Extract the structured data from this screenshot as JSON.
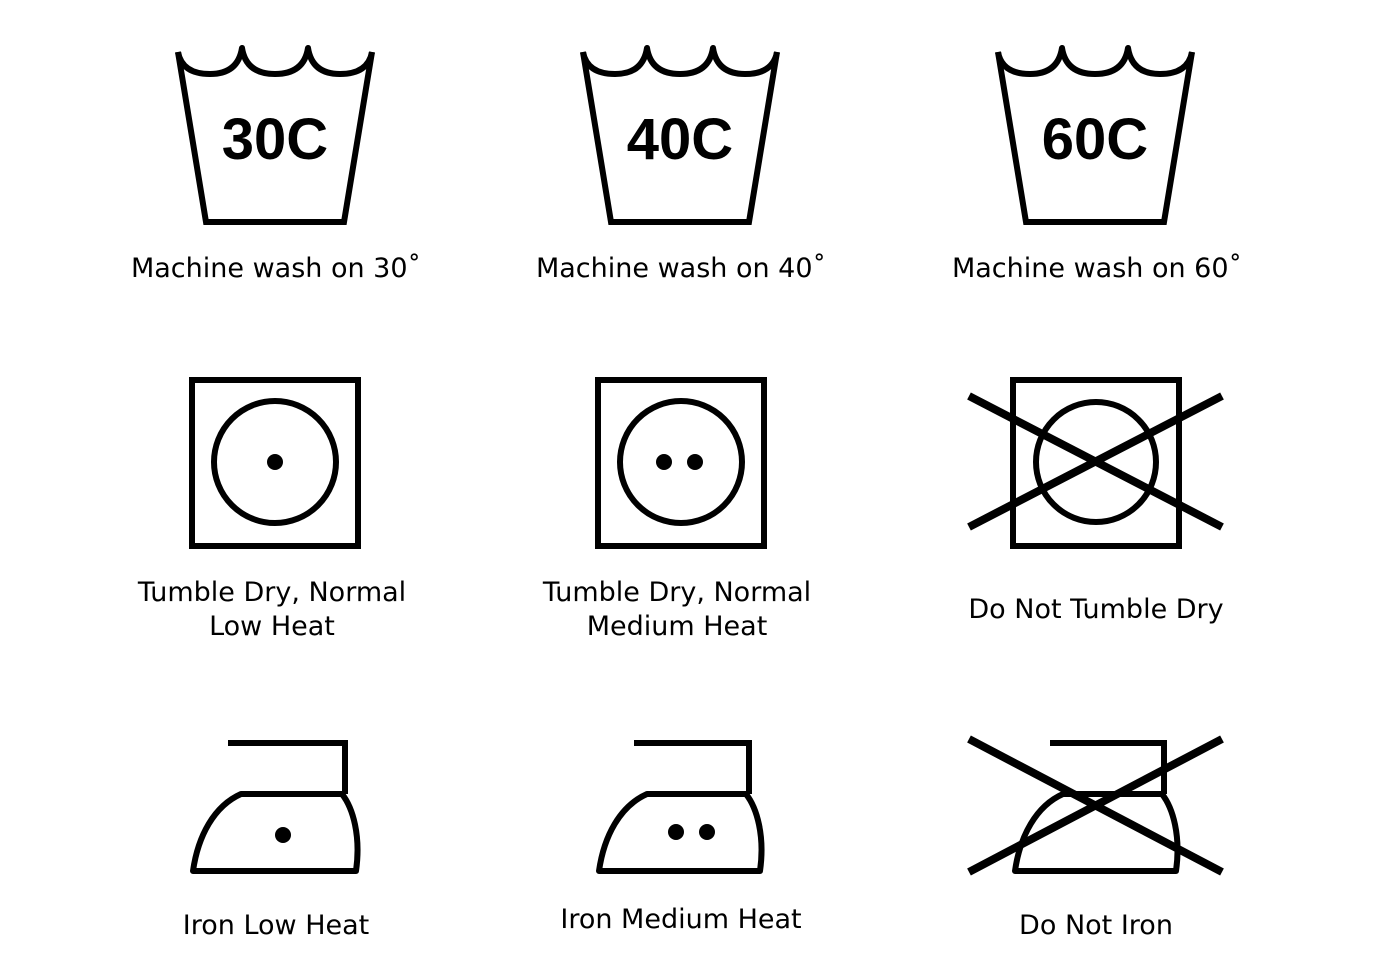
{
  "colors": {
    "background": "#ffffff",
    "stroke": "#000000"
  },
  "rows": [
    {
      "items": [
        {
          "icon": "wash-tub-icon",
          "temp": "30C",
          "label": "Machine wash on 30˚"
        },
        {
          "icon": "wash-tub-icon",
          "temp": "40C",
          "label": "Machine wash on 40˚"
        },
        {
          "icon": "wash-tub-icon",
          "temp": "60C",
          "label": "Machine wash on 60˚"
        }
      ]
    },
    {
      "items": [
        {
          "icon": "tumble-dry-one-dot-icon",
          "dots": 1,
          "label_line1": "Tumble Dry, Normal",
          "label_line2": "Low Heat"
        },
        {
          "icon": "tumble-dry-two-dots-icon",
          "dots": 2,
          "label_line1": "Tumble Dry, Normal",
          "label_line2": "Medium Heat"
        },
        {
          "icon": "do-not-tumble-dry-icon",
          "dots": 0,
          "crossed": true,
          "label": "Do Not Tumble Dry"
        }
      ]
    },
    {
      "items": [
        {
          "icon": "iron-one-dot-icon",
          "dots": 1,
          "label": "Iron Low Heat"
        },
        {
          "icon": "iron-two-dots-icon",
          "dots": 2,
          "label": "Iron Medium Heat"
        },
        {
          "icon": "do-not-iron-icon",
          "dots": 0,
          "crossed": true,
          "label": "Do Not Iron"
        }
      ]
    }
  ]
}
